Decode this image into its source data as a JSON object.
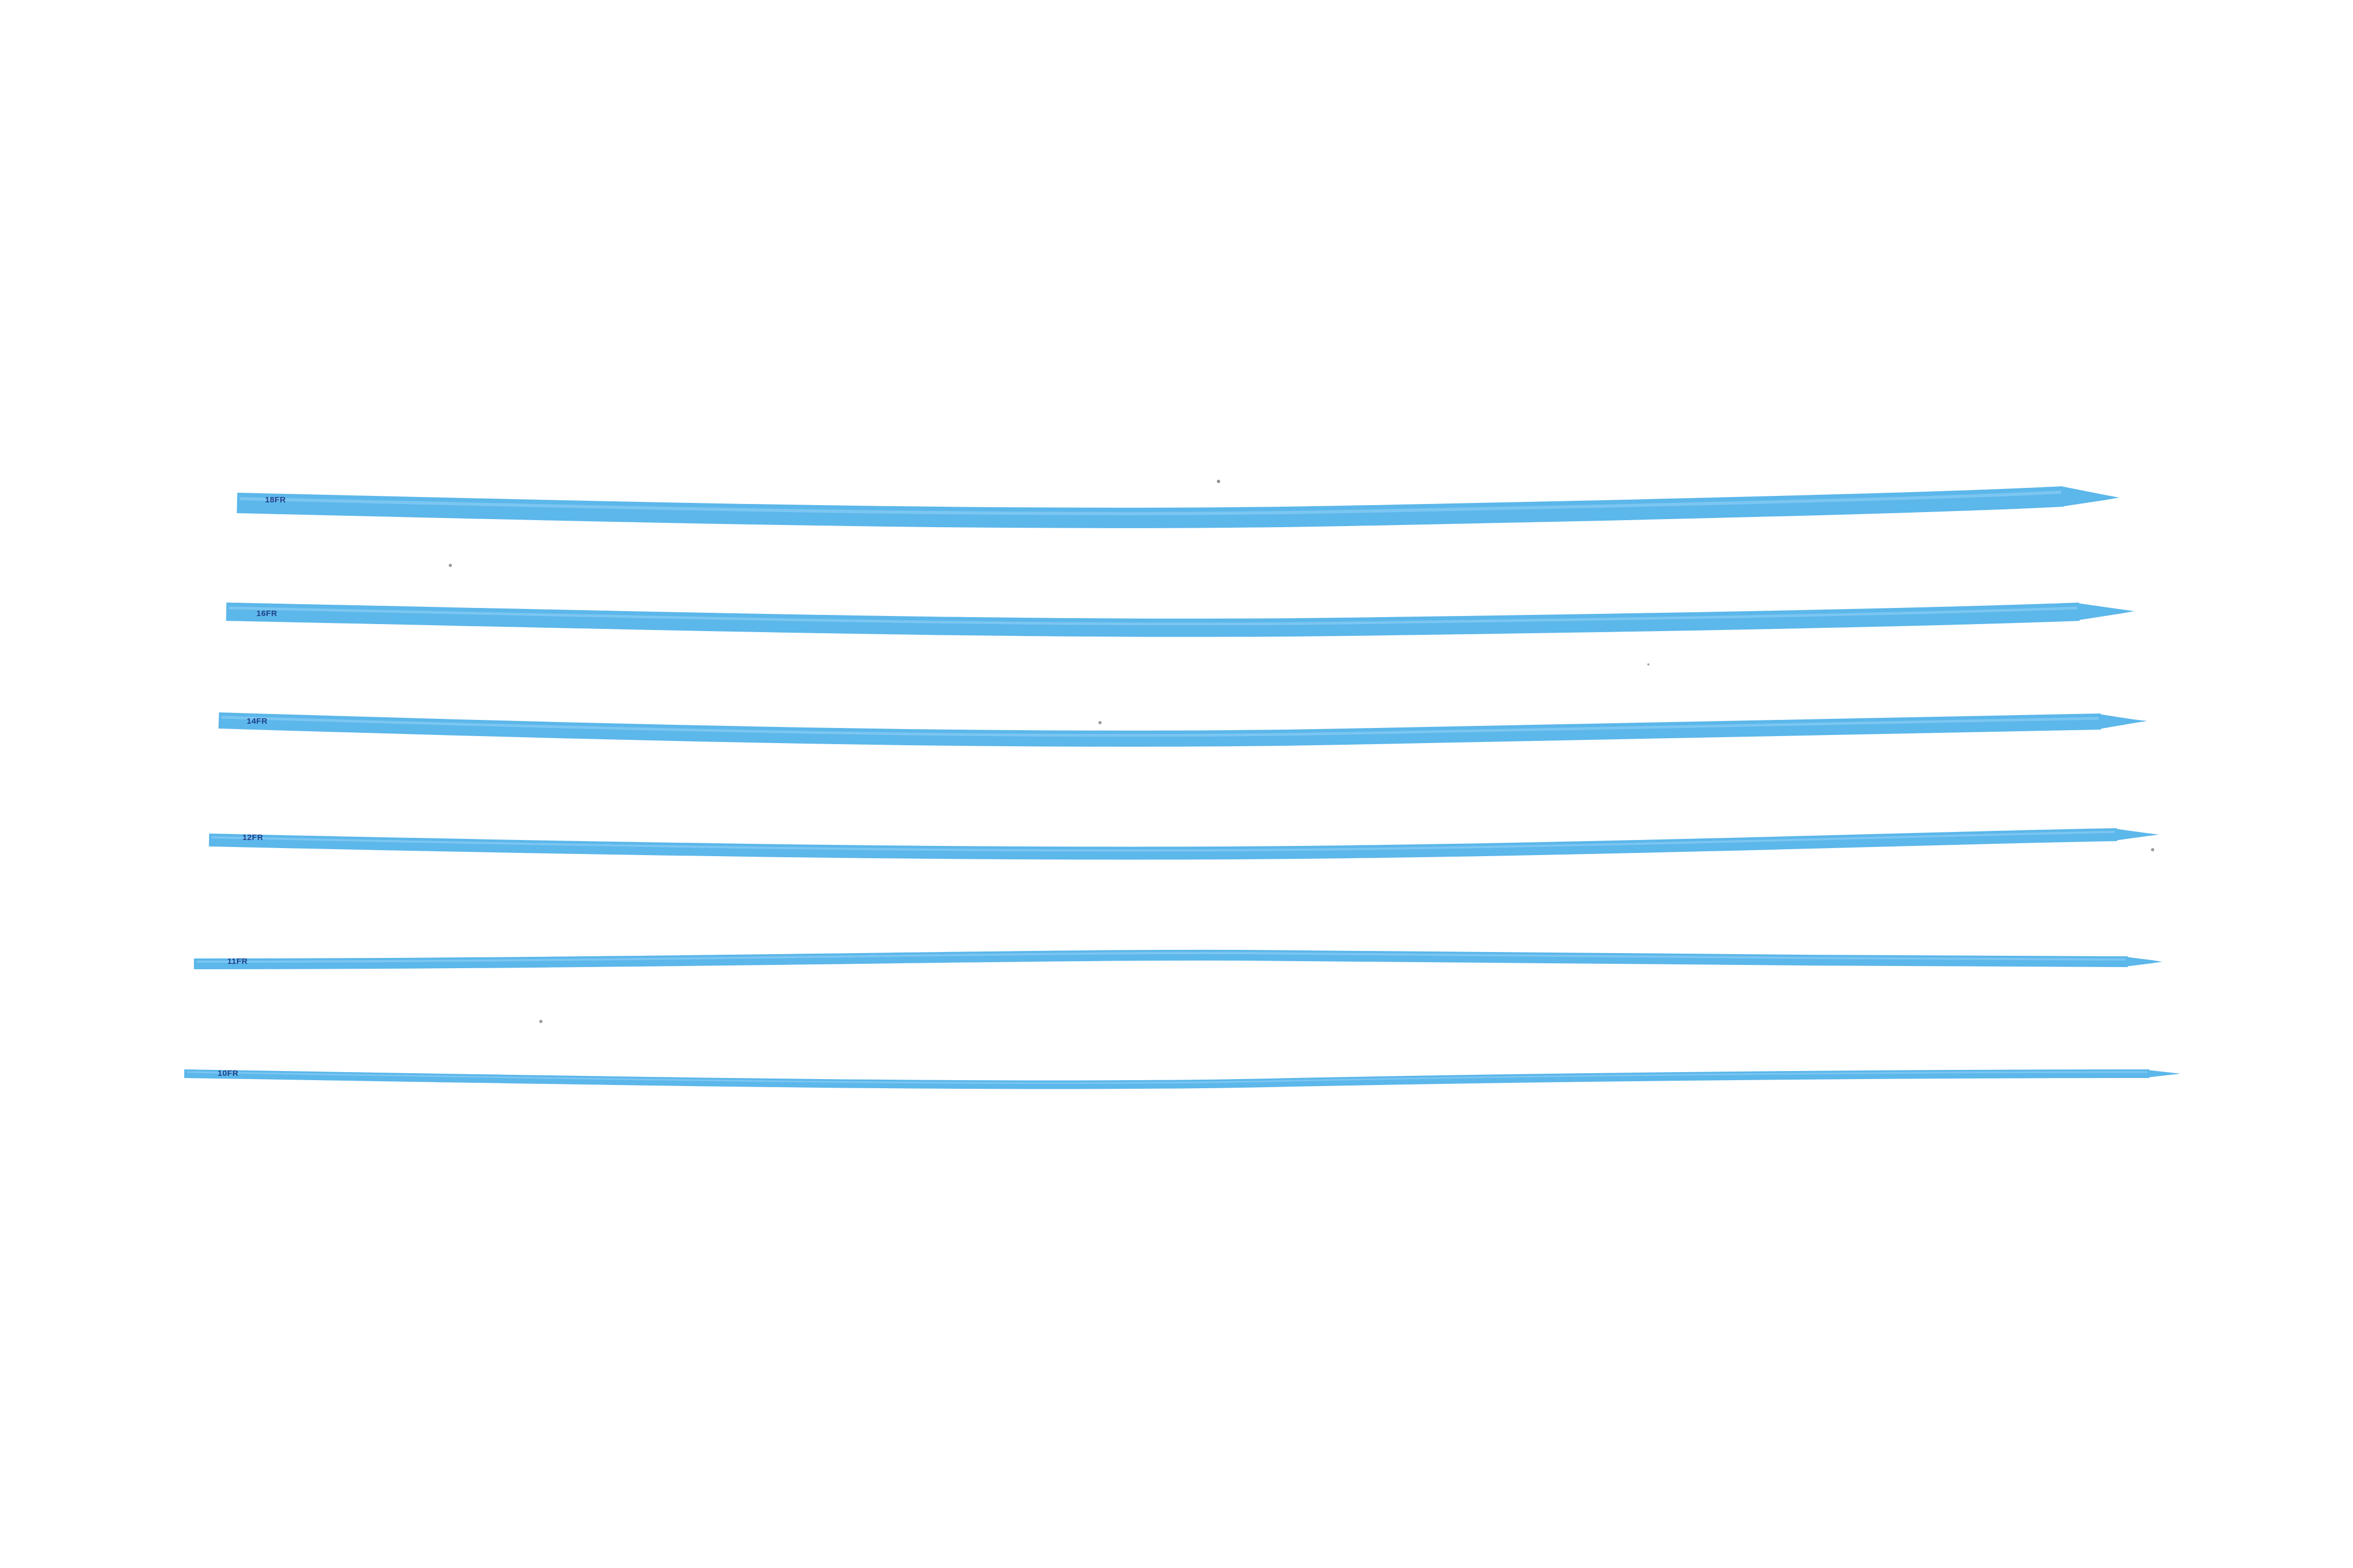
{
  "background_color": "#ffffff",
  "dilator_color": "#5cb7ea",
  "label_color": "#1f3f8a",
  "dilators": [
    {
      "label": "18FR"
    },
    {
      "label": "16FR"
    },
    {
      "label": "14FR"
    },
    {
      "label": "12FR"
    },
    {
      "label": "11FR"
    },
    {
      "label": "10FR"
    }
  ]
}
